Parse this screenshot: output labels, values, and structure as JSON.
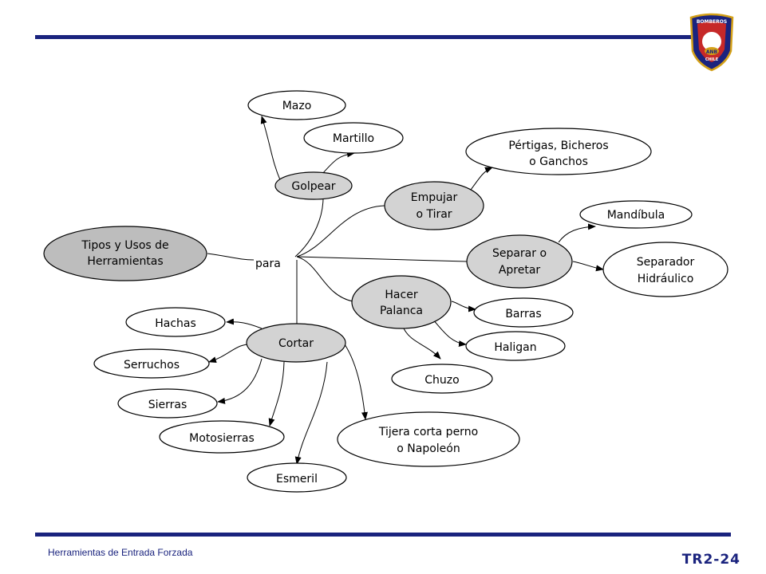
{
  "slide": {
    "footer": "Herramientas  de Entrada Forzada",
    "code": "TR2-24"
  },
  "logo": {
    "top_text": "BOMBEROS",
    "center_text": "ANB",
    "bottom_text": "CHILE"
  },
  "colors": {
    "accent": "#1a237e",
    "logo_red": "#c62828",
    "logo_gold": "#d4a017",
    "node_gray": "#d3d3d3"
  },
  "diagram": {
    "root": [
      "Tipos y Usos de",
      "Herramientas"
    ],
    "link": "para",
    "golpear": "Golpear",
    "mazo": "Mazo",
    "martillo": "Martillo",
    "empujar": [
      "Empujar",
      "o Tirar"
    ],
    "pertigas": [
      "Pértigas, Bicheros",
      "o Ganchos"
    ],
    "separar": [
      "Separar o",
      "Apretar"
    ],
    "mandibula": "Mandíbula",
    "separador": [
      "Separador",
      "Hidráulico"
    ],
    "hacer": [
      "Hacer",
      "Palanca"
    ],
    "barras": "Barras",
    "haligan": "Haligan",
    "chuzo": "Chuzo",
    "cortar": "Cortar",
    "hachas": "Hachas",
    "serruchos": "Serruchos",
    "sierras": "Sierras",
    "motosierras": "Motosierras",
    "esmeril": "Esmeril",
    "tijera": [
      "Tijera corta perno",
      "o Napoleón"
    ]
  }
}
